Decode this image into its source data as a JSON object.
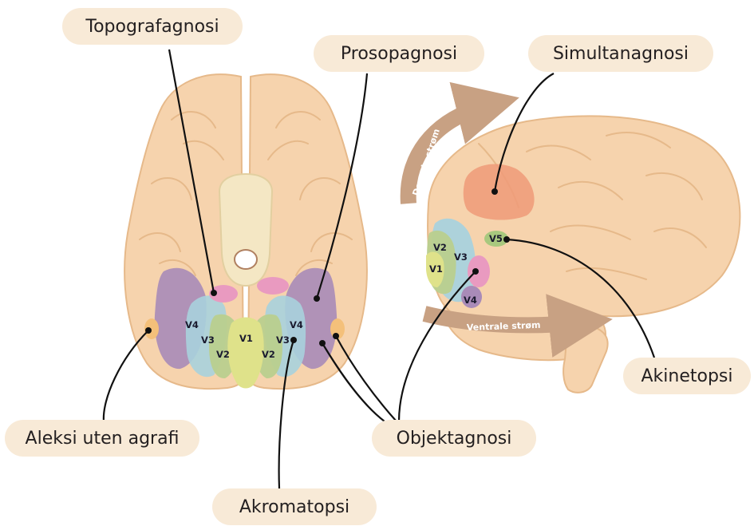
{
  "labels": {
    "topografagnosi": "Topografagnosi",
    "prosopagnosi": "Prosopagnosi",
    "simultanagnosi": "Simultanagnosi",
    "akinetopsi": "Akinetopsi",
    "aleksi": "Aleksi uten agrafi",
    "objektagnosi": "Objektagnosi",
    "akromatopsi": "Akromatopsi"
  },
  "streams": {
    "dorsal": "Dorsale strøm",
    "ventral": "Ventrale strøm"
  },
  "areas": {
    "v1": "V1",
    "v2": "V2",
    "v3": "V3",
    "v4": "V4",
    "v5": "V5"
  },
  "colors": {
    "pill": "#f8ead7",
    "brain": "#f6d3ad",
    "brain_outline": "#e6b98a",
    "v1": "#dfe28a",
    "v2": "#b9cf8e",
    "v3": "#a9d2dd",
    "v4": "#a98bb8",
    "v5": "#a8c87e",
    "pink": "#e99ac0",
    "orange": "#f4c07a",
    "red": "#ef9a78",
    "arrow": "#c8a183"
  }
}
